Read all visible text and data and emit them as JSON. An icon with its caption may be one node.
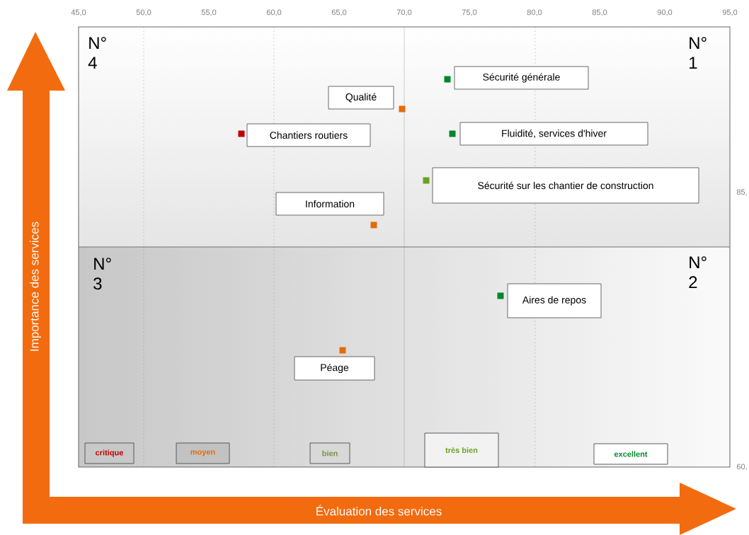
{
  "diagram": {
    "nodes": [
      {
        "text": [
          "Sécurité générale"
        ]
      },
      {
        "text": [
          "Qualité"
        ]
      },
      {
        "text": [
          "Chantiers routiers"
        ]
      },
      {
        "text": [
          "Fluidité, services d'hiver"
        ]
      },
      {
        "text": [
          "Sécurité sur les chantier de construction"
        ]
      },
      {
        "text": [
          "Information"
        ]
      },
      {
        "text": [
          "Aires de repos"
        ]
      },
      {
        "text": [
          "Péage"
        ]
      }
    ],
    "labels": [
      "45,0",
      "50,0",
      "55,0",
      "60,0",
      "65,0",
      "70,0",
      "75,0",
      "80,0",
      "85,0",
      "90,0",
      "95,0",
      "N° 4",
      "N° 1",
      "85,",
      "N° 3",
      "N° 2",
      "60,",
      "Importance des services",
      "Évaluation des services"
    ],
    "legend": [
      {
        "text": "critique",
        "color": "#c00000"
      },
      {
        "text": "moyen",
        "color": "#e36c09"
      },
      {
        "text": "bien",
        "color": "#76923c"
      },
      {
        "text": "très bien",
        "color": "#6aa121"
      },
      {
        "text": "excellent",
        "color": "#00862b"
      }
    ]
  }
}
